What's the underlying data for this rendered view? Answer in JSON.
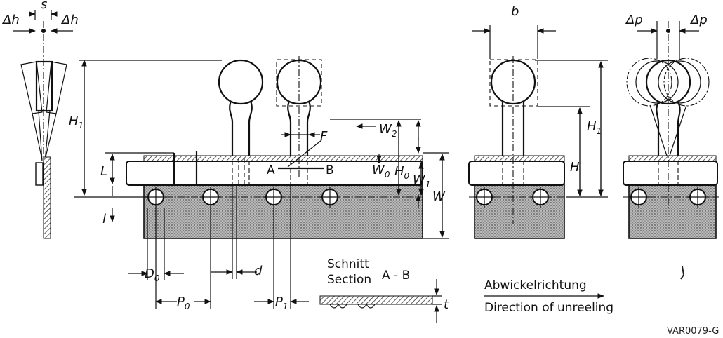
{
  "labels": {
    "s": "s",
    "delta_h_left": "Δh",
    "delta_h_right": "Δh",
    "H1": "H",
    "H1_sub": "1",
    "L": "L",
    "l": "l",
    "F": "F",
    "W2": "W",
    "W2_sub": "2",
    "W0": "W",
    "W0_sub": "0",
    "H0": "H",
    "H0_sub": "0",
    "W1": "W",
    "W1_sub": "1",
    "W": "W",
    "A": "A",
    "B": "B",
    "D0": "D",
    "D0_sub": "0",
    "d": "d",
    "P0": "P",
    "P0_sub": "0",
    "P1": "P",
    "P1_sub": "1",
    "t": "t",
    "b": "b",
    "H": "H",
    "H1_right": "H",
    "H1_right_sub": "1",
    "delta_p_left": "Δp",
    "delta_p_right": "Δp"
  },
  "section": {
    "line1": "Schnitt",
    "line2": "Section",
    "name": "A - B"
  },
  "direction": {
    "de": "Abwickelrichtung",
    "en": "Direction of unreeling"
  },
  "reference": "VAR0079-G"
}
